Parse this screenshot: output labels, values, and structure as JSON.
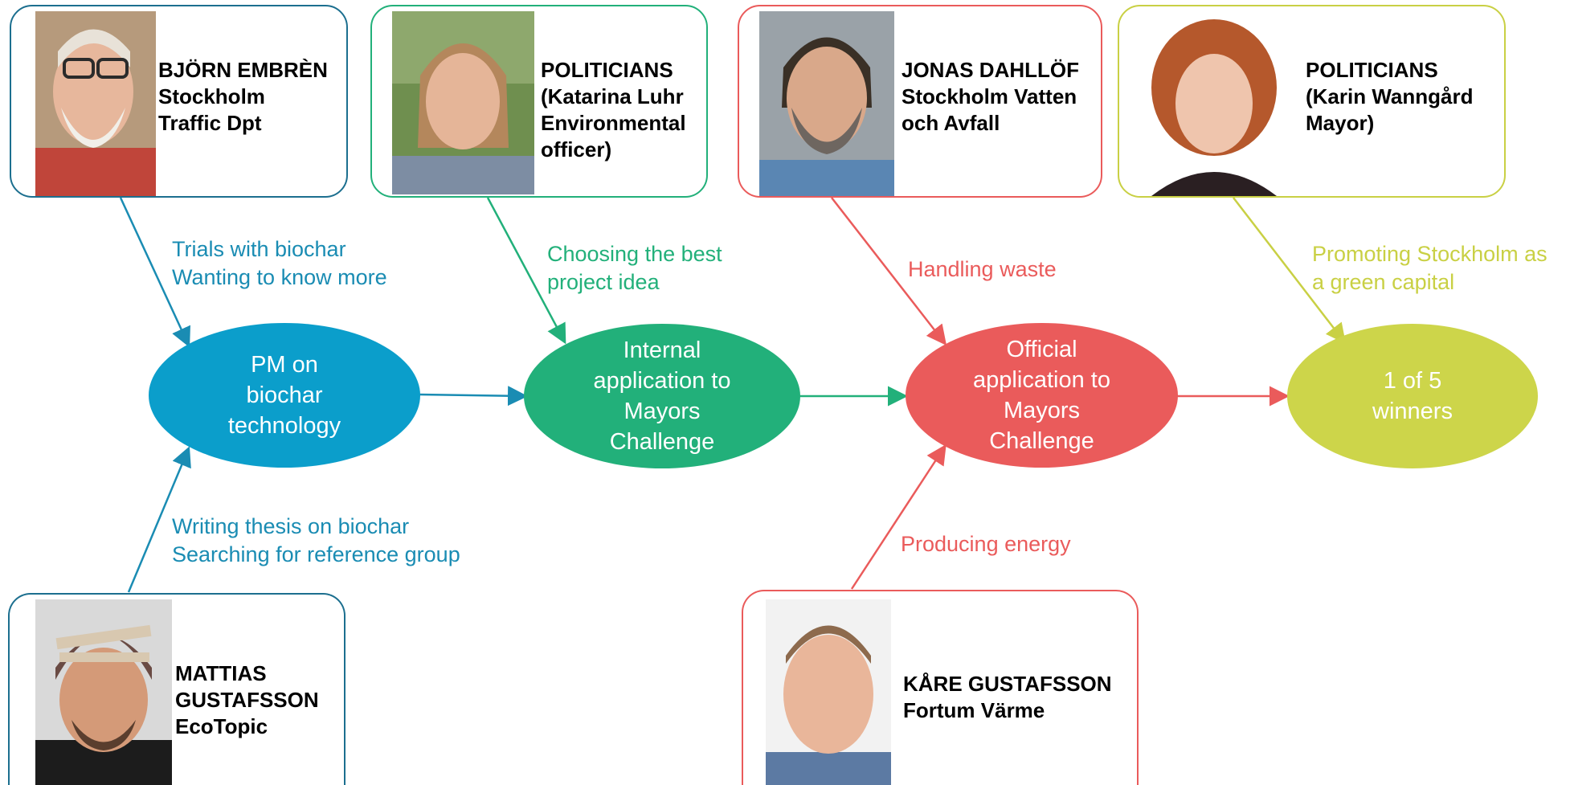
{
  "colors": {
    "blue": "#1a8cb3",
    "node_blue": "#0b9ecb",
    "green": "#22b07a",
    "red": "#ea5b5b",
    "yellow": "#c9d044",
    "yellow_node": "#cdd54a",
    "teal_border": "#1c6f8f"
  },
  "people": {
    "bjorn": {
      "lines": [
        "BJÖRN EMBRÈN",
        "Stockholm",
        "Traffic Dpt"
      ],
      "photo": "portrait-photo"
    },
    "katarina": {
      "lines": [
        "POLITICIANS",
        "(Katarina Luhr",
        "Environmental",
        "officer)"
      ],
      "photo": "portrait-photo"
    },
    "jonas": {
      "lines": [
        "JONAS DAHLLÖF",
        "Stockholm Vatten",
        "och Avfall"
      ],
      "photo": "portrait-photo"
    },
    "karin": {
      "lines": [
        "POLITICIANS",
        "(Karin Wanngård",
        "Mayor)"
      ],
      "photo": "portrait-photo"
    },
    "mattias": {
      "lines": [
        "MATTIAS",
        "GUSTAFSSON",
        "EcoTopic"
      ],
      "photo": "portrait-photo"
    },
    "kare": {
      "lines": [
        "KÅRE GUSTAFSSON",
        "Fortum Värme"
      ],
      "photo": "portrait-photo"
    }
  },
  "nodes": {
    "pm": {
      "lines": [
        "PM on",
        "biochar",
        "technology"
      ]
    },
    "internal": {
      "lines": [
        "Internal",
        "application to",
        "Mayors",
        "Challenge"
      ]
    },
    "official": {
      "lines": [
        "Official",
        "application to",
        "Mayors",
        "Challenge"
      ]
    },
    "winners": {
      "lines": [
        "1 of 5",
        "winners"
      ]
    }
  },
  "edge_labels": {
    "bjorn": [
      "Trials with biochar",
      "Wanting to know more"
    ],
    "mattias": [
      "Writing thesis on biochar",
      "Searching for reference group"
    ],
    "katarina": [
      "Choosing the best",
      "project idea"
    ],
    "jonas": [
      "Handling waste"
    ],
    "kare": [
      "Producing energy"
    ],
    "karin": [
      "Promoting Stockholm as",
      "a green capital"
    ]
  }
}
